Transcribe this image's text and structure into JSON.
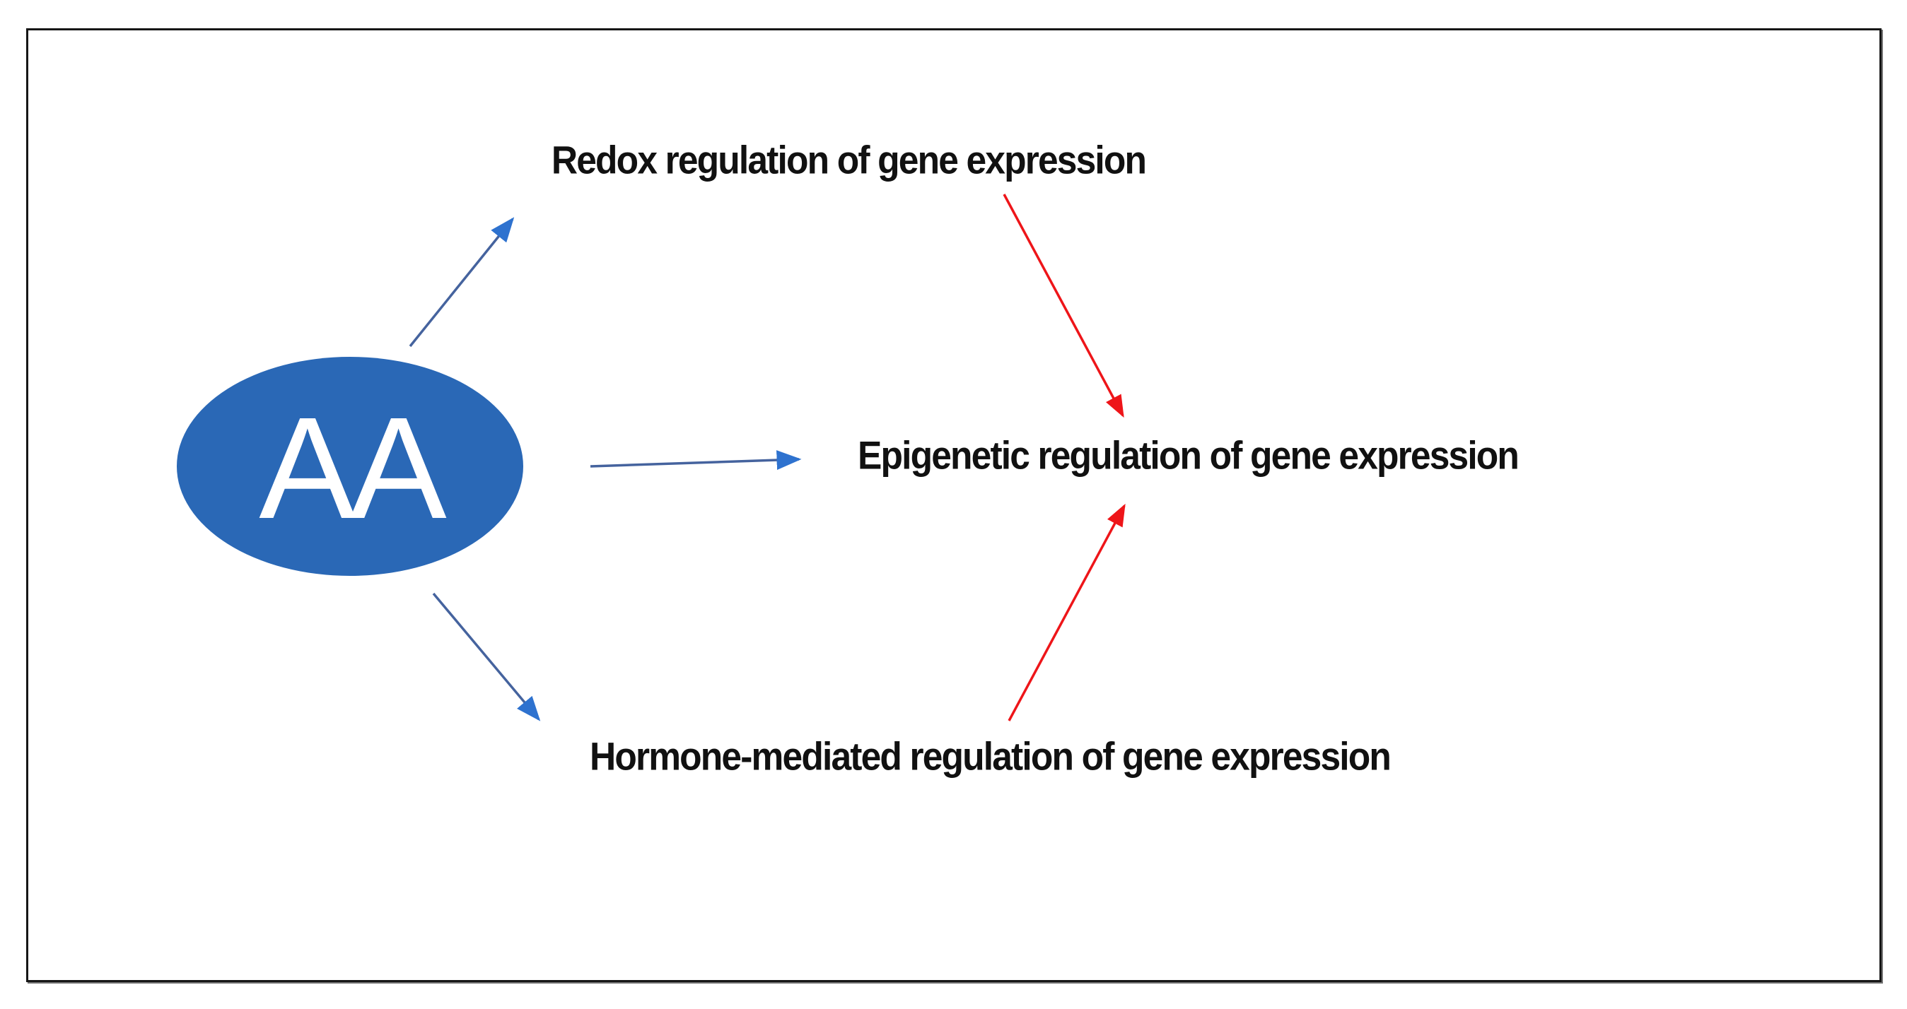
{
  "figure": {
    "node": {
      "label": "AA"
    },
    "labels": {
      "redox": "Redox regulation of gene expression",
      "epigenetic": "Epigenetic regulation of gene expression",
      "hormone": "Hormone-mediated regulation of gene expression"
    },
    "edges": [
      {
        "from": "AA",
        "to": "Redox regulation of gene expression",
        "color": "blue"
      },
      {
        "from": "AA",
        "to": "Epigenetic regulation of gene expression",
        "color": "blue"
      },
      {
        "from": "AA",
        "to": "Hormone-mediated regulation of gene expression",
        "color": "blue"
      },
      {
        "from": "Redox regulation of gene expression",
        "to": "Epigenetic regulation of gene expression",
        "color": "red"
      },
      {
        "from": "Hormone-mediated regulation of gene expression",
        "to": "Epigenetic regulation of gene expression",
        "color": "red"
      }
    ],
    "colors": {
      "background": "#FFFFFF",
      "border": "#161616",
      "label_text": "#111111",
      "node_fill": "#2A68B6",
      "node_text": "#FFFFFF",
      "blue_arrow_line": "#45639E",
      "blue_arrow_head": "#2E72CF",
      "red_arrow": "#EE1519"
    }
  }
}
